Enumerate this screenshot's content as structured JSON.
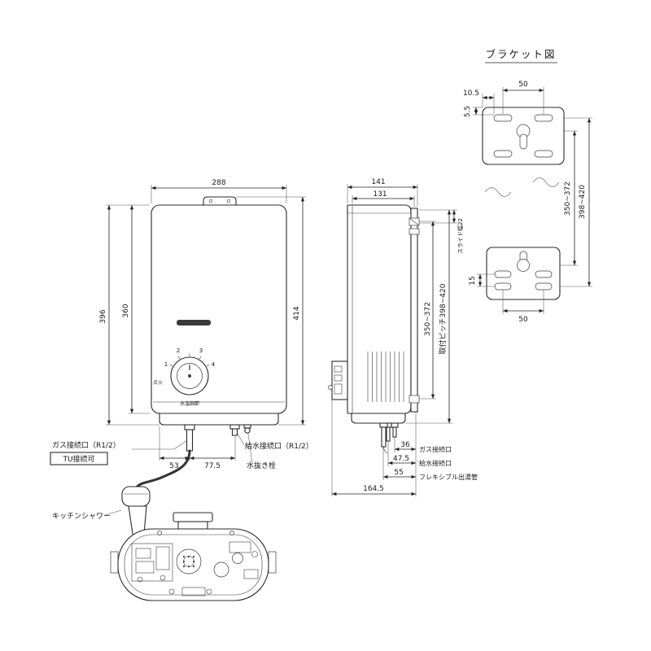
{
  "bracket": {
    "title": "ブラケット図",
    "top_span": "50",
    "edge_offset": "10.5",
    "top_offset": "5.5",
    "pitch_outer": "398~420",
    "pitch_inner": "350~372",
    "row_gap": "15",
    "bottom_span": "50"
  },
  "front": {
    "width": "288",
    "height_body": "360",
    "height_outer": "396",
    "height_total": "414",
    "gas_offset": "53",
    "water_offset": "77.5",
    "gas_label": "ガス接続口（R1/2）",
    "tu_label": "TU接続可",
    "water_label": "給水接続口（R1/2）",
    "drain_label": "水抜き栓",
    "shower_label": "キッチンシャワー",
    "dial_1": "1",
    "dial_2": "2",
    "dial_3": "3",
    "dial_4": "4",
    "dial_ignite": "点火",
    "dial_adjust": "水温調節"
  },
  "side": {
    "depth_outer": "141",
    "depth_body": "131",
    "slide_width": "スライド幅22",
    "mount_range": "350~372",
    "mount_pitch": "取付ピッチ398~420",
    "gas_depth": "36",
    "gas_label": "ガス接続口",
    "water_depth": "47.5",
    "water_label": "給水接続口",
    "flex_depth": "55",
    "flex_label": "フレキシブル出湯管",
    "depth_total": "164.5"
  }
}
